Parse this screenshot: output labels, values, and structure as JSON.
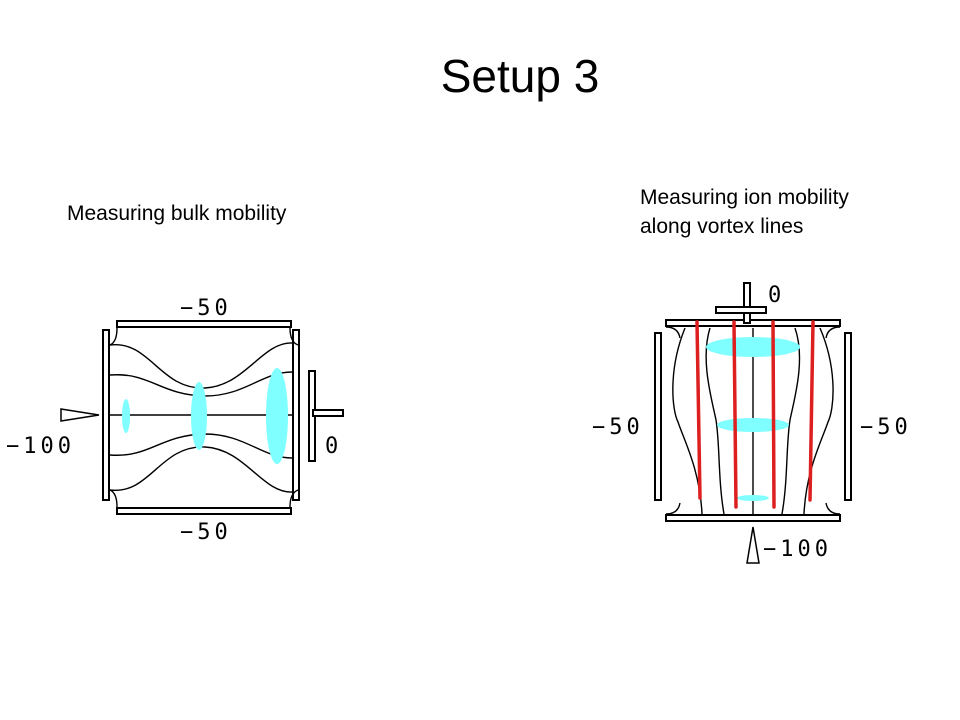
{
  "title": "Setup 3",
  "left_panel": {
    "caption": "Measuring bulk mobility",
    "voltages": {
      "top": "−50",
      "bottom": "−50",
      "left": "−100",
      "right": "0"
    }
  },
  "right_panel": {
    "caption_line1": "Measuring ion mobility",
    "caption_line2": "along vortex lines",
    "voltages": {
      "top": "0",
      "left": "−50",
      "right": "−50",
      "bottom": "−100"
    }
  },
  "colors": {
    "ion_cloud": "#7fffff",
    "vortex_line": "#dd1f1f",
    "electrode": "#000000"
  }
}
